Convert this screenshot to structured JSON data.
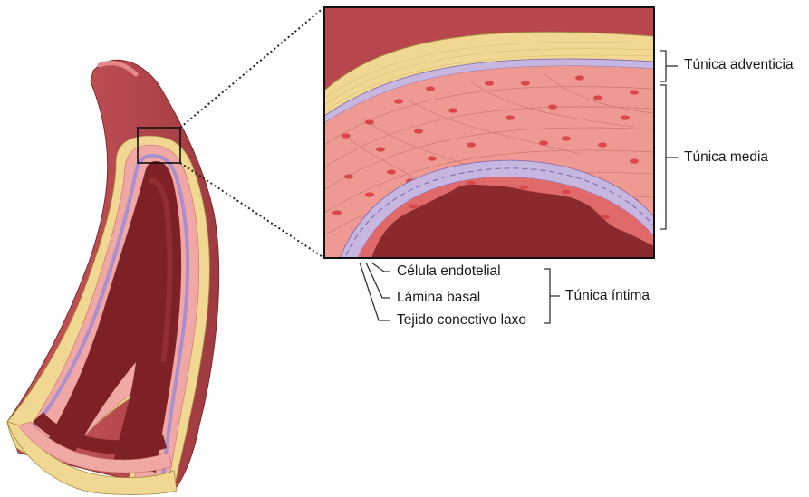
{
  "labels": {
    "adventicia": "Túnica adventicia",
    "media": "Túnica media",
    "intima": "Túnica íntima",
    "endotelial": "Célula endotelial",
    "basal": "Lámina basal",
    "tejido": "Tejido conectivo laxo"
  },
  "colors": {
    "blood": "#8a2a2e",
    "vessel_wall": "#b8464c",
    "adventitia": "#f1d892",
    "media": "#ee9a92",
    "media_lines": "#b45a55",
    "nucleus": "#d9474a",
    "basal_lamina": "#c7b6df",
    "basal_line": "#7d63a8",
    "endothelium": "#e06a6a",
    "outline": "#222222"
  }
}
